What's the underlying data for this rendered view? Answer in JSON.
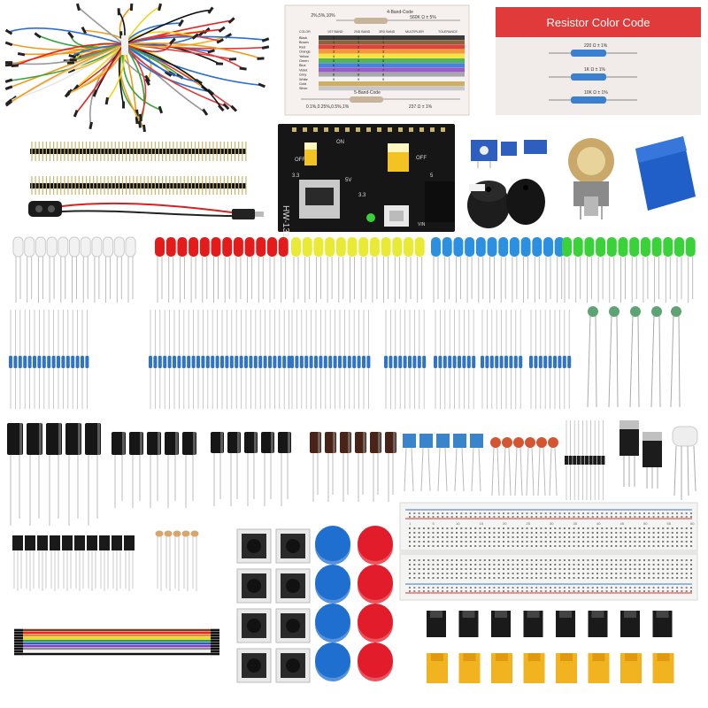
{
  "resistor_chart": {
    "header_top": "4-Band-Code",
    "header_left": "2%,5%,10%",
    "header_right": "560K Ω ± 5%",
    "columns": [
      "COLOR",
      "1ST BAND",
      "2ND BAND",
      "3RD BAND",
      "MULTIPLIER",
      "TOLERANCE"
    ],
    "rows": [
      {
        "name": "Black",
        "color": "#1a1a1a",
        "digit": "0"
      },
      {
        "name": "Brown",
        "color": "#7a4a1e",
        "digit": "1"
      },
      {
        "name": "Red",
        "color": "#d9261c",
        "digit": "2"
      },
      {
        "name": "Orange",
        "color": "#f08a1c",
        "digit": "3"
      },
      {
        "name": "Yellow",
        "color": "#f3e21f",
        "digit": "4"
      },
      {
        "name": "Green",
        "color": "#3aa83a",
        "digit": "5"
      },
      {
        "name": "Blue",
        "color": "#2a6fd6",
        "digit": "6"
      },
      {
        "name": "Violet",
        "color": "#8a3fc0",
        "digit": "7"
      },
      {
        "name": "Grey",
        "color": "#9a9a9a",
        "digit": "8"
      },
      {
        "name": "White",
        "color": "#f4f4f4",
        "digit": "9"
      },
      {
        "name": "Gold",
        "color": "#c8a34a",
        "digit": ""
      },
      {
        "name": "Silver",
        "color": "#c0c0c0",
        "digit": ""
      }
    ],
    "footer_left": "0.1%,0.25%,0.5%,1%",
    "footer_right": "237 Ω ± 1%",
    "footer_mid": "5-Band-Code"
  },
  "color_code_card": {
    "title": "Resistor Color Code",
    "lines": [
      "220 Ω ± 1%",
      "1K Ω ± 1%",
      "10K Ω ± 1%"
    ],
    "accent": "#e03a3a"
  },
  "power_module": {
    "label": "HW-131",
    "on_label": "ON",
    "off_left": "OFF",
    "off_right": "OFF",
    "v33_label": "3.3",
    "v5_label": "5",
    "bottom_left": "5V",
    "bottom_right": "3.3",
    "vin_label": "VIN"
  },
  "components": {
    "led_colors": [
      "#f2f2f2",
      "#e41b1b",
      "#e9ea36",
      "#2d8fe0",
      "#3bd13b"
    ],
    "breadboard_numbers": [
      "1",
      "5",
      "10",
      "15",
      "20",
      "25",
      "30",
      "35",
      "40",
      "45",
      "50",
      "55",
      "60"
    ],
    "resistor_band_color": "#2f74c7",
    "button_cap_colors": [
      "#1f6fd0",
      "#e21c2a"
    ],
    "jumper_cap_colors": [
      "#1a1a1a",
      "#f2b321"
    ],
    "dupont_colors": [
      "#7b3f1e",
      "#e5252a",
      "#f28a1a",
      "#f2d61a",
      "#2f9e3b",
      "#2560c9",
      "#8b3cc2",
      "#8c8c8c",
      "#f5f5f5",
      "#111111"
    ]
  }
}
